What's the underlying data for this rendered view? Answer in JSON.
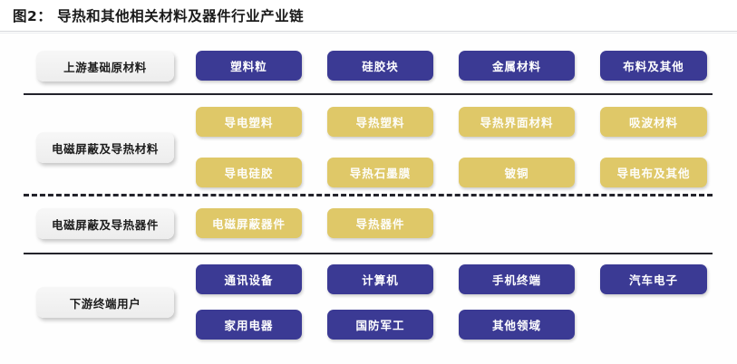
{
  "figure": {
    "title": "图2：  导热和其他相关材料及器件行业产业链",
    "colors": {
      "blue": "#3b3a94",
      "yellow": "#dfc868",
      "stage_label_bg": "#f2f2f2",
      "separator": "#23232b",
      "page_bg": "#fdfdfd"
    }
  },
  "stages": [
    {
      "label": "上游基础原材料",
      "separator_below": "solid",
      "rows": [
        {
          "nodes": [
            {
              "text": "塑料粒",
              "color": "blue"
            },
            {
              "text": "硅胶块",
              "color": "blue"
            },
            {
              "text": "金属材料",
              "color": "blue"
            },
            {
              "text": "布料及其他",
              "color": "blue"
            }
          ]
        }
      ]
    },
    {
      "label": "电磁屏蔽及导热材料",
      "separator_below": "dashed",
      "rows": [
        {
          "nodes": [
            {
              "text": "导电塑料",
              "color": "yellow"
            },
            {
              "text": "导热塑料",
              "color": "yellow"
            },
            {
              "text": "导热界面材料",
              "color": "yellow"
            },
            {
              "text": "吸波材料",
              "color": "yellow"
            }
          ]
        },
        {
          "nodes": [
            {
              "text": "导电硅胶",
              "color": "yellow"
            },
            {
              "text": "导热石墨膜",
              "color": "yellow"
            },
            {
              "text": "铍铜",
              "color": "yellow"
            },
            {
              "text": "导电布及其他",
              "color": "yellow"
            }
          ]
        }
      ]
    },
    {
      "label": "电磁屏蔽及导热器件",
      "separator_below": "solid",
      "rows": [
        {
          "nodes": [
            {
              "text": "电磁屏蔽器件",
              "color": "yellow"
            },
            {
              "text": "导热器件",
              "color": "yellow"
            }
          ]
        }
      ]
    },
    {
      "label": "下游终端用户",
      "separator_below": "none",
      "rows": [
        {
          "nodes": [
            {
              "text": "通讯设备",
              "color": "blue"
            },
            {
              "text": "计算机",
              "color": "blue"
            },
            {
              "text": "手机终端",
              "color": "blue"
            },
            {
              "text": "汽车电子",
              "color": "blue"
            }
          ]
        },
        {
          "nodes": [
            {
              "text": "家用电器",
              "color": "blue"
            },
            {
              "text": "国防军工",
              "color": "blue"
            },
            {
              "text": "其他领域",
              "color": "blue"
            }
          ]
        }
      ]
    }
  ],
  "chart_data": {
    "type": "diagram",
    "title": "图2：  导热和其他相关材料及器件行业产业链",
    "diagram_kind": "industry-value-chain",
    "tiers": [
      {
        "tier": "上游基础原材料",
        "items": [
          "塑料粒",
          "硅胶块",
          "金属材料",
          "布料及其他"
        ]
      },
      {
        "tier": "电磁屏蔽及导热材料",
        "items": [
          "导电塑料",
          "导热塑料",
          "导热界面材料",
          "吸波材料",
          "导电硅胶",
          "导热石墨膜",
          "铍铜",
          "导电布及其他"
        ]
      },
      {
        "tier": "电磁屏蔽及导热器件",
        "items": [
          "电磁屏蔽器件",
          "导热器件"
        ]
      },
      {
        "tier": "下游终端用户",
        "items": [
          "通讯设备",
          "计算机",
          "手机终端",
          "汽车电子",
          "家用电器",
          "国防军工",
          "其他领域"
        ]
      }
    ]
  }
}
